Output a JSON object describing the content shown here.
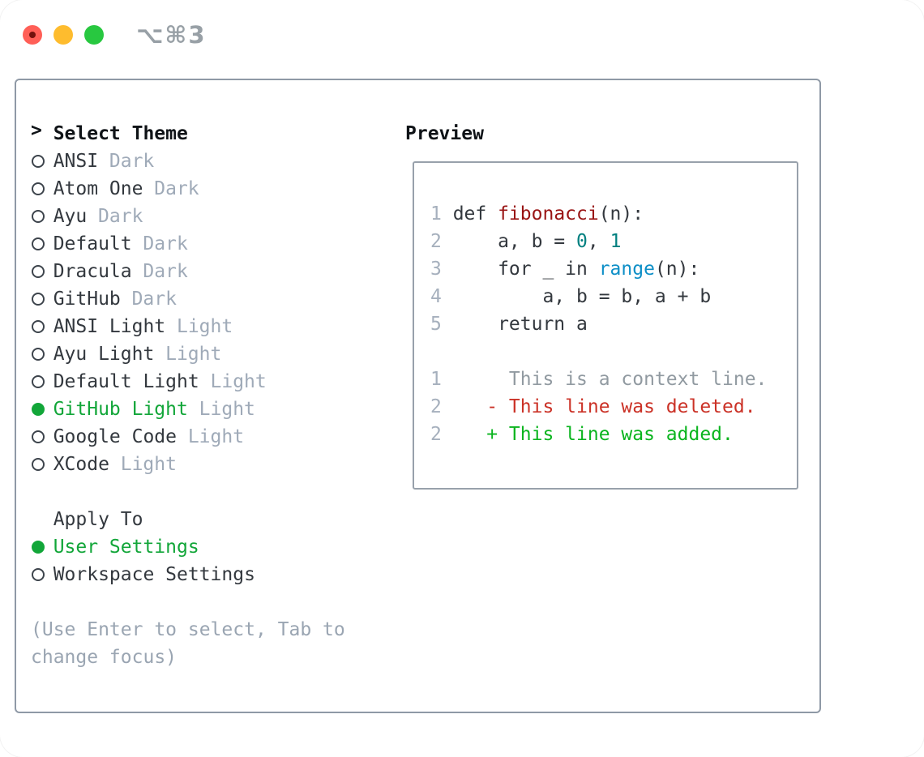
{
  "window": {
    "title": "⌥⌘3",
    "traffic_lights": [
      "close",
      "minimize",
      "zoom"
    ]
  },
  "theme_panel": {
    "prompt": ">",
    "header": "Select Theme",
    "themes": [
      {
        "label": "ANSI",
        "variant": "Dark",
        "selected": false
      },
      {
        "label": "Atom One",
        "variant": "Dark",
        "selected": false
      },
      {
        "label": "Ayu",
        "variant": "Dark",
        "selected": false
      },
      {
        "label": "Default",
        "variant": "Dark",
        "selected": false
      },
      {
        "label": "Dracula",
        "variant": "Dark",
        "selected": false
      },
      {
        "label": "GitHub",
        "variant": "Dark",
        "selected": false
      },
      {
        "label": "ANSI Light",
        "variant": "Light",
        "selected": false
      },
      {
        "label": "Ayu Light",
        "variant": "Light",
        "selected": false
      },
      {
        "label": "Default Light",
        "variant": "Light",
        "selected": false
      },
      {
        "label": "GitHub Light",
        "variant": "Light",
        "selected": true
      },
      {
        "label": "Google Code",
        "variant": "Light",
        "selected": false
      },
      {
        "label": "XCode",
        "variant": "Light",
        "selected": false
      }
    ],
    "apply_to": {
      "header": "Apply To",
      "options": [
        {
          "label": "User Settings",
          "selected": true
        },
        {
          "label": "Workspace Settings",
          "selected": false
        }
      ]
    },
    "hint_lines": [
      "(Use Enter to select, Tab to",
      "change focus)"
    ]
  },
  "preview": {
    "header": "Preview",
    "code_lines": [
      {
        "num": "1",
        "segments": [
          {
            "text": "def ",
            "type": "plain"
          },
          {
            "text": "fibonacci",
            "type": "fname"
          },
          {
            "text": "(n):",
            "type": "plain"
          }
        ]
      },
      {
        "num": "2",
        "segments": [
          {
            "text": "    a, b = ",
            "type": "plain"
          },
          {
            "text": "0",
            "type": "number"
          },
          {
            "text": ", ",
            "type": "plain"
          },
          {
            "text": "1",
            "type": "number"
          }
        ]
      },
      {
        "num": "3",
        "segments": [
          {
            "text": "    for _ in ",
            "type": "plain"
          },
          {
            "text": "range",
            "type": "builtin"
          },
          {
            "text": "(n):",
            "type": "plain"
          }
        ]
      },
      {
        "num": "4",
        "segments": [
          {
            "text": "        a, b = b, a + b",
            "type": "plain"
          }
        ]
      },
      {
        "num": "5",
        "segments": [
          {
            "text": "    return a",
            "type": "plain"
          }
        ]
      }
    ],
    "diff_lines": [
      {
        "num": "1",
        "text": "     This is a context line.",
        "type": "context"
      },
      {
        "num": "2",
        "text": "   - This line was deleted.",
        "type": "deleted"
      },
      {
        "num": "2",
        "text": "   + This line was added.",
        "type": "added"
      }
    ]
  },
  "colors": {
    "accent_green": "#12a639",
    "diff_added": "#0ab41e",
    "diff_deleted": "#cb3227",
    "function_red": "#991414",
    "number_teal": "#008080",
    "builtin_blue": "#0e8fc7",
    "muted_gray": "#9aa5b2",
    "panel_border": "#8f99a6",
    "text_dark": "#33383e",
    "traffic_red": "#ff5f57",
    "traffic_yellow": "#febc2e",
    "traffic_green": "#28c840"
  }
}
